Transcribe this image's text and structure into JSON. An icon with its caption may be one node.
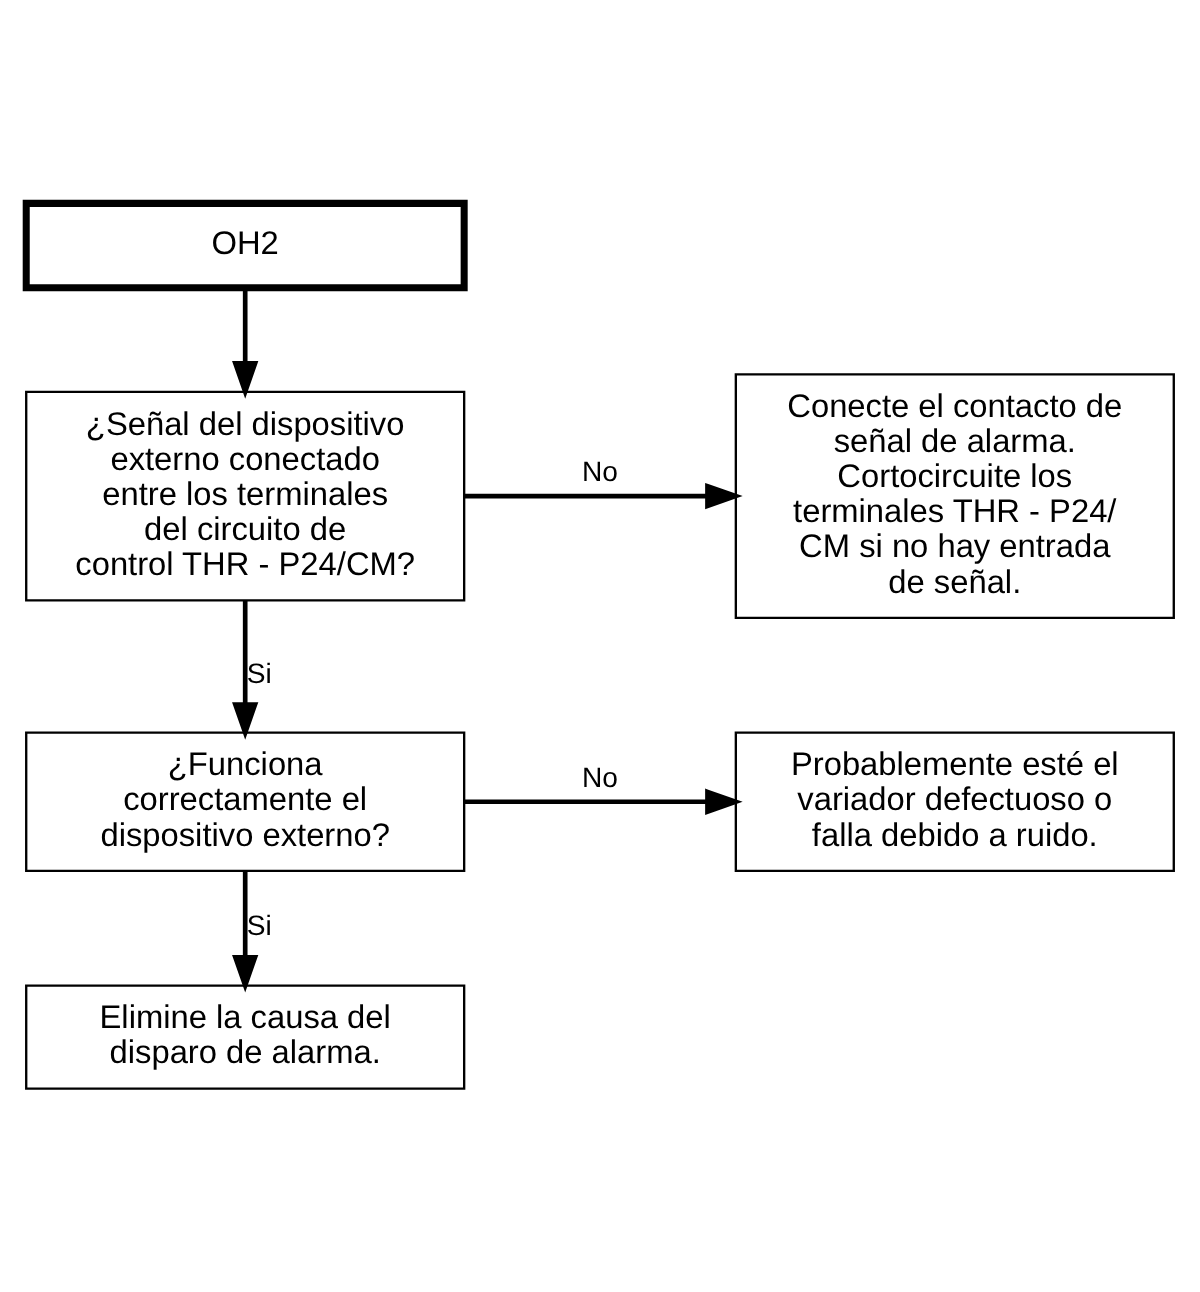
{
  "diagram": {
    "nodes": [
      {
        "text": [
          "OH2"
        ]
      },
      {
        "text": [
          "¿Señal del dispositivo externo conectado entre los terminales del circuito de control THR - P24/CM?"
        ]
      },
      {
        "text": [
          "Conecte el contacto de señal de alarma. Cortocircuite los terminales THR - P24/ CM si no hay entrada de señal."
        ]
      },
      {
        "text": [
          "¿Funciona correctamente el dispositivo externo?"
        ]
      },
      {
        "text": [
          "Probablemente esté el variador defectuoso o falla debido a ruido."
        ]
      },
      {
        "text": [
          "Elimine la causa del disparo de alarma."
        ]
      }
    ],
    "edges": [
      {
        "from": 0,
        "to": 1,
        "arrow": "to"
      },
      {
        "from": 1,
        "to": 2,
        "arrow": "to",
        "label": "No"
      },
      {
        "from": 1,
        "to": 3,
        "arrow": "to",
        "label": "Si"
      },
      {
        "from": 3,
        "to": 4,
        "arrow": "to",
        "label": "No"
      },
      {
        "from": 3,
        "to": 5,
        "arrow": "to",
        "label": "Si"
      }
    ]
  }
}
